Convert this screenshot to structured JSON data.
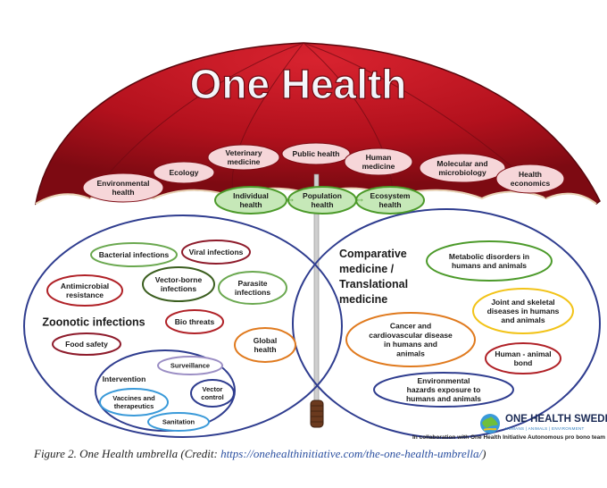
{
  "title": "One Health",
  "canopy_labels": [
    "Environmental\nhealth",
    "Ecology",
    "Veterinary\nmedicine",
    "Public health",
    "Human\nmedicine",
    "Molecular and\nmicrobiology",
    "Health\neconomics"
  ],
  "core_labels": [
    "Individual\nhealth",
    "Population\nhealth",
    "Ecosystem\nhealth"
  ],
  "zoonotic": {
    "heading": "Zoonotic infections",
    "items": [
      "Bacterial  infections",
      "Viral infections",
      "Antimicrobial\nresistance",
      "Vector-borne\ninfections",
      "Parasite\ninfections",
      "Bio threats",
      "Food safety",
      "Global\nhealth"
    ],
    "intervention": {
      "heading": "Intervention",
      "items": [
        "Surveillance",
        "Vaccines and\ntherapeutics",
        "Vector\ncontrol",
        "Sanitation"
      ]
    }
  },
  "comparative": {
    "heading": "Comparative\nmedicine /\nTranslational\nmedicine",
    "items": [
      "Metabolic disorders in\nhumans and animals",
      "Joint and skeletal\ndiseases in humans\nand animals",
      "Cancer and\ncardiovascular disease\nin humans and\nanimals",
      "Human - animal\nbond",
      "Environmental\nhazards exposure to\nhumans and animals"
    ]
  },
  "branding": {
    "name": "ONE HEALTH SWEDEN",
    "tagline": "HUMANS | ANIMALS | ENVIRONMENT",
    "collab": "In collaboration with One Health Initiative Autonomous pro bono team"
  },
  "caption": {
    "prefix": "Figure 2. One Health umbrella (Credit: ",
    "url": "https://onehealthinitiative.com/the-one-health-umbrella/",
    "suffix": ")"
  },
  "colors": {
    "canopy": "#b3111d",
    "canopy_dark": "#7d0a12",
    "title": "#ffffff",
    "bubble_pink": "#f6d6d9",
    "core_green": "#c6e8b8",
    "core_border": "#4c9a2a",
    "circle_blue": "#2f3d8f"
  }
}
